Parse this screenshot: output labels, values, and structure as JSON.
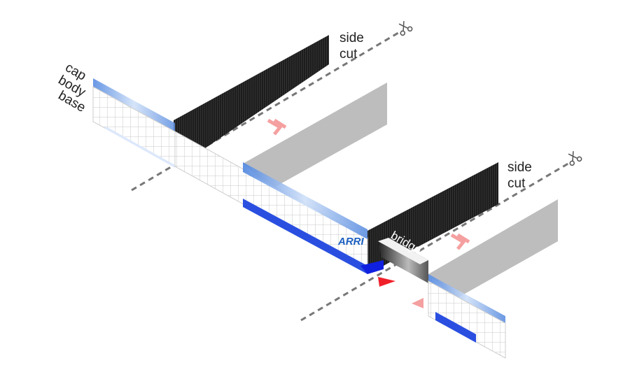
{
  "labels": {
    "cap": "cap",
    "body": "body",
    "base": "base",
    "side_cut_1": [
      "side",
      "cut"
    ],
    "side_cut_2": [
      "side",
      "cut"
    ],
    "bridge": "bridge",
    "logo": "ARRI"
  },
  "colors": {
    "cap_blue": "#6fa2e6",
    "base_blue": "#2a4fe0",
    "wall": "#1e1e1e",
    "slab": "#bdbdbd",
    "marker_red": "#f0202a",
    "arrow_pink": "#f5a0a0",
    "cut_line": "#777777"
  }
}
